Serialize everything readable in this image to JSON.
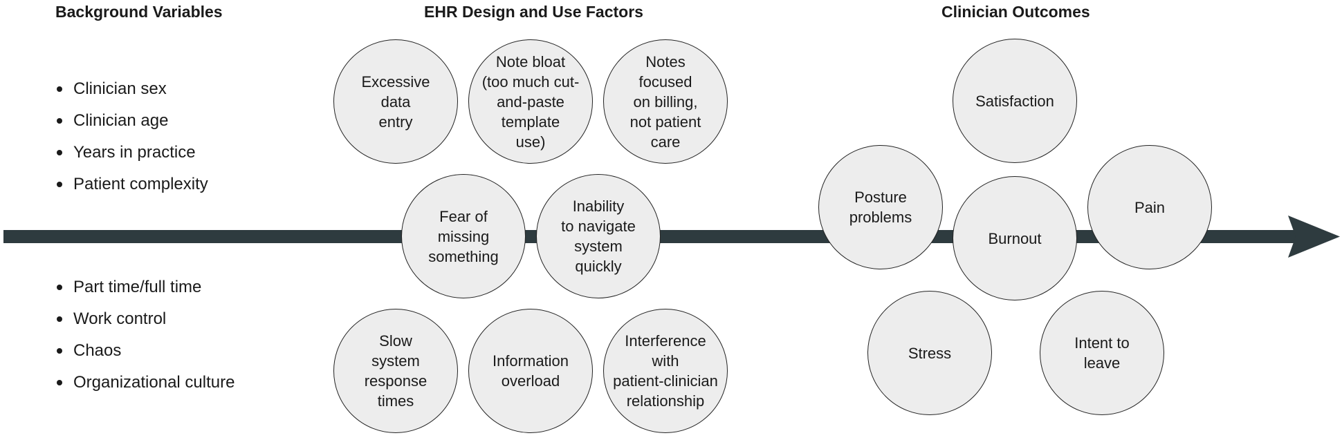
{
  "headings": {
    "background": "Background Variables",
    "ehr": "EHR Design and Use Factors",
    "outcomes": "Clinician Outcomes"
  },
  "background_variables": {
    "top": [
      "Clinician sex",
      "Clinician age",
      "Years in practice",
      "Patient complexity"
    ],
    "bottom": [
      "Part time/full time",
      "Work control",
      "Chaos",
      "Organizational culture"
    ]
  },
  "ehr_factors": {
    "excessive_data_entry": [
      "Excessive",
      "data",
      "entry"
    ],
    "note_bloat": [
      "Note bloat",
      "(too much cut-",
      "and-paste",
      "template",
      "use)"
    ],
    "notes_billing": [
      "Notes",
      "focused",
      "on billing,",
      "not patient",
      "care"
    ],
    "fear_missing": [
      "Fear of",
      "missing",
      "something"
    ],
    "inability_navigate": [
      "Inability",
      "to navigate",
      "system",
      "quickly"
    ],
    "slow_response": [
      "Slow",
      "system",
      "response",
      "times"
    ],
    "information_overload": [
      "Information",
      "overload"
    ],
    "interference": [
      "Interference",
      "with",
      "patient-clinician",
      "relationship"
    ]
  },
  "outcomes": {
    "satisfaction": [
      "Satisfaction"
    ],
    "posture": [
      "Posture",
      "problems"
    ],
    "burnout": [
      "Burnout"
    ],
    "pain": [
      "Pain"
    ],
    "stress": [
      "Stress"
    ],
    "intent_to_leave": [
      "Intent to",
      "leave"
    ]
  },
  "colors": {
    "arrow": "#2e3b3f",
    "circle_fill": "#ededed",
    "circle_stroke": "#222222"
  }
}
